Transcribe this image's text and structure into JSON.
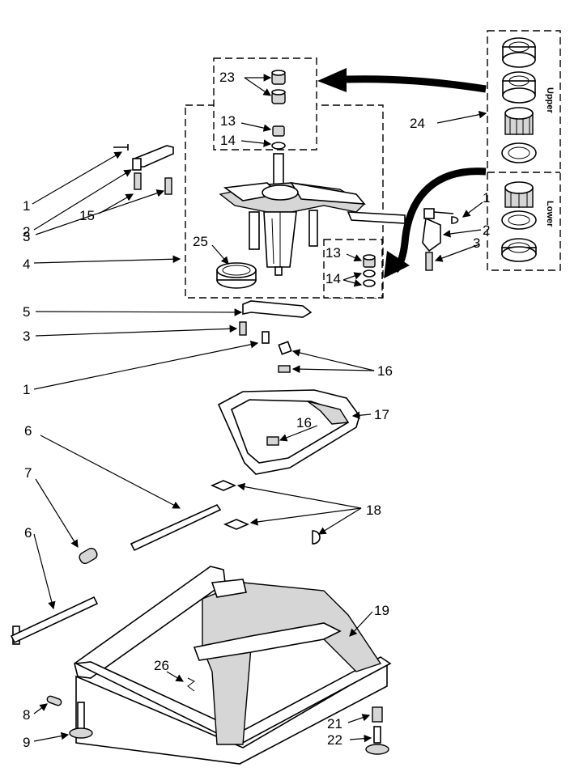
{
  "callouts": {
    "c1a": "1",
    "c2a": "2",
    "c3a": "3",
    "c15": "15",
    "c4": "4",
    "c25": "25",
    "c5": "5",
    "c3b": "3",
    "c1b": "1",
    "c23": "23",
    "c13a": "13",
    "c14a": "14",
    "c1c": "1",
    "c2c": "2",
    "c3c": "3",
    "c13b": "13",
    "c14b": "14",
    "c24": "24",
    "c16a": "16",
    "c16b": "16",
    "c17": "17",
    "c6a": "6",
    "c7": "7",
    "c6b": "6",
    "c18": "18",
    "c19": "19",
    "c26": "26",
    "c8": "8",
    "c9": "9",
    "c21": "21",
    "c22": "22"
  },
  "side_labels": {
    "upper": "Upper",
    "lower": "Lower"
  }
}
